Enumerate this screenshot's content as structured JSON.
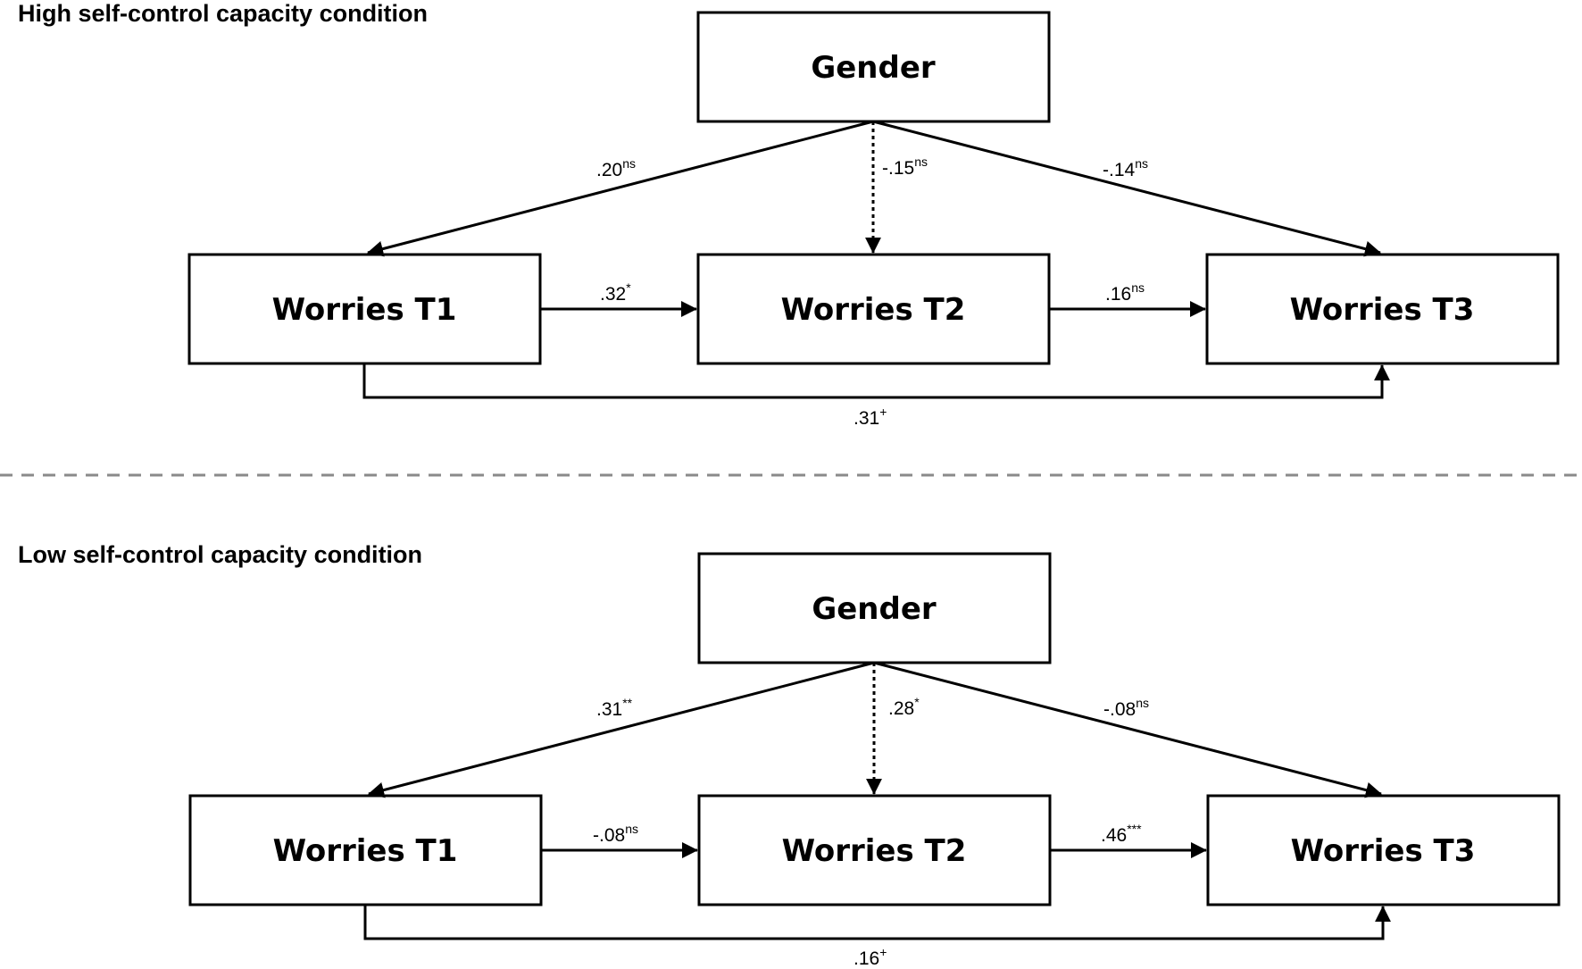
{
  "panels": [
    {
      "title": "High self-control capacity condition",
      "nodes": {
        "gender": "Gender",
        "t1": "Worries T1",
        "t2": "Worries T2",
        "t3": "Worries T3"
      },
      "paths": {
        "gender_t1": {
          "value": ".20",
          "sig": "ns"
        },
        "gender_t2": {
          "value": "-.15",
          "sig": "ns"
        },
        "gender_t3": {
          "value": "-.14",
          "sig": "ns"
        },
        "t1_t2": {
          "value": ".32",
          "sig": "*"
        },
        "t2_t3": {
          "value": ".16",
          "sig": "ns"
        },
        "t1_t3": {
          "value": ".31",
          "sig": "+"
        }
      }
    },
    {
      "title": "Low self-control capacity condition",
      "nodes": {
        "gender": "Gender",
        "t1": "Worries T1",
        "t2": "Worries T2",
        "t3": "Worries T3"
      },
      "paths": {
        "gender_t1": {
          "value": ".31",
          "sig": "**"
        },
        "gender_t2": {
          "value": ".28",
          "sig": "*"
        },
        "gender_t3": {
          "value": "-.08",
          "sig": "ns"
        },
        "t1_t2": {
          "value": "-.08",
          "sig": "ns"
        },
        "t2_t3": {
          "value": ".46",
          "sig": "***"
        },
        "t1_t3": {
          "value": ".16",
          "sig": "+"
        }
      }
    }
  ]
}
